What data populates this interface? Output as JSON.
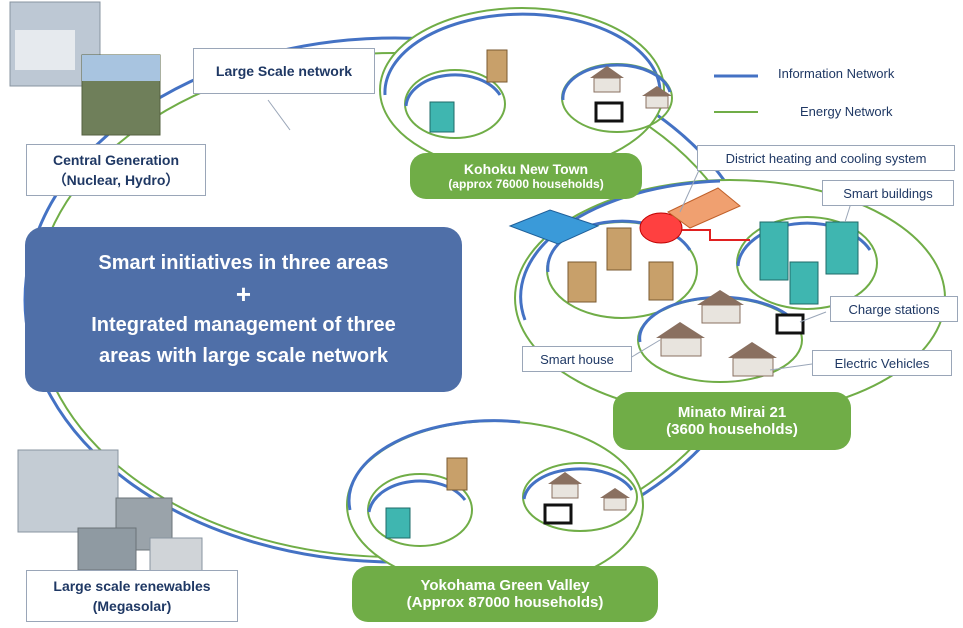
{
  "legend": {
    "information": {
      "label": "Information Network",
      "color": "#4472c4"
    },
    "energy": {
      "label": "Energy Network",
      "color": "#70ad47"
    }
  },
  "main_box": {
    "line1": "Smart initiatives in three areas",
    "plus": "+",
    "line2": "Integrated management of three",
    "line3": "areas with large scale network",
    "color": "#4f6fa8"
  },
  "callouts": {
    "large_scale_network": "Large Scale network",
    "central_generation_title": "Central Generation",
    "central_generation_sub": "（Nuclear, Hydro）",
    "renewables_title": "Large scale renewables",
    "renewables_sub": "(Megasolar)",
    "district_heating": "District heating and cooling system",
    "smart_buildings": "Smart buildings",
    "charge_stations": "Charge stations",
    "smart_house": "Smart house",
    "electric_vehicles": "Electric Vehicles"
  },
  "areas": {
    "kohoku": {
      "name": "Kohoku New Town",
      "households": "(approx 76000 households)"
    },
    "minato": {
      "name": "Minato Mirai 21",
      "households": "(3600 households)"
    },
    "yokohama": {
      "name": "Yokohama Green Valley",
      "households": "(Approx 87000 households)"
    }
  },
  "colors": {
    "label_bg": "#70ad47",
    "callout_text": "#1f3864"
  }
}
